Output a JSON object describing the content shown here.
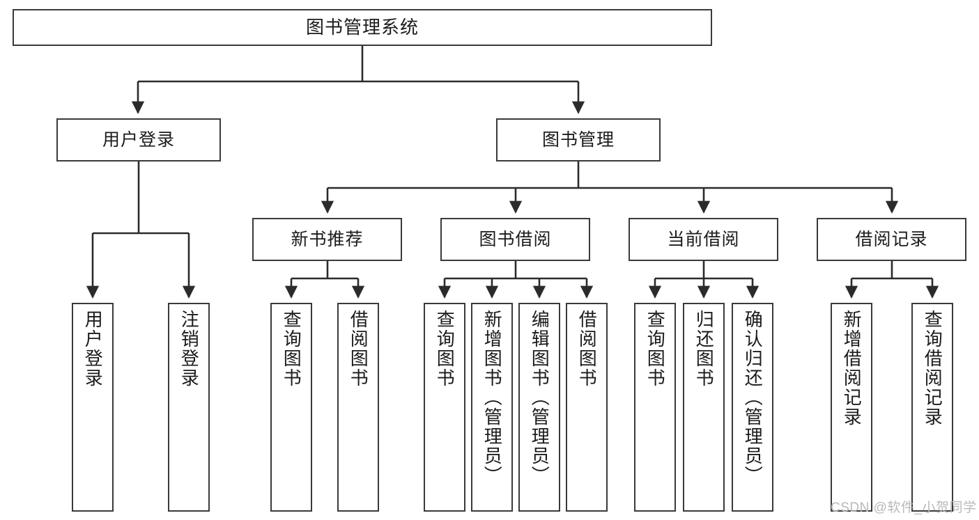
{
  "diagram": {
    "title": "图书管理系统",
    "type": "tree-hierarchy",
    "root": {
      "label": "图书管理系统"
    },
    "level2": [
      {
        "label": "用户登录"
      },
      {
        "label": "图书管理"
      }
    ],
    "level3": [
      {
        "label": "新书推荐"
      },
      {
        "label": "图书借阅"
      },
      {
        "label": "当前借阅"
      },
      {
        "label": "借阅记录"
      }
    ],
    "leaves": {
      "user_login": [
        {
          "label": "用户登录"
        },
        {
          "label": "注销登录"
        }
      ],
      "new_book_recommend": [
        {
          "label": "查询图书"
        },
        {
          "label": "借阅图书"
        }
      ],
      "book_borrow": [
        {
          "label": "查询图书"
        },
        {
          "label": "新增图书（管理员）"
        },
        {
          "label": "编辑图书（管理员）"
        },
        {
          "label": "借阅图书"
        }
      ],
      "current_borrow": [
        {
          "label": "查询图书"
        },
        {
          "label": "归还图书"
        },
        {
          "label": "确认归还（管理员）"
        }
      ],
      "borrow_record": [
        {
          "label": "新增借阅记录"
        },
        {
          "label": "查询借阅记录"
        }
      ]
    }
  },
  "watermark": {
    "text": "CSDN @软件_小贺同学"
  },
  "colors": {
    "box_border": "#3a3a3a",
    "line": "#2b2b2b",
    "text": "#1b1b1b",
    "background": "#ffffff",
    "watermark": "#b9b9b9"
  }
}
